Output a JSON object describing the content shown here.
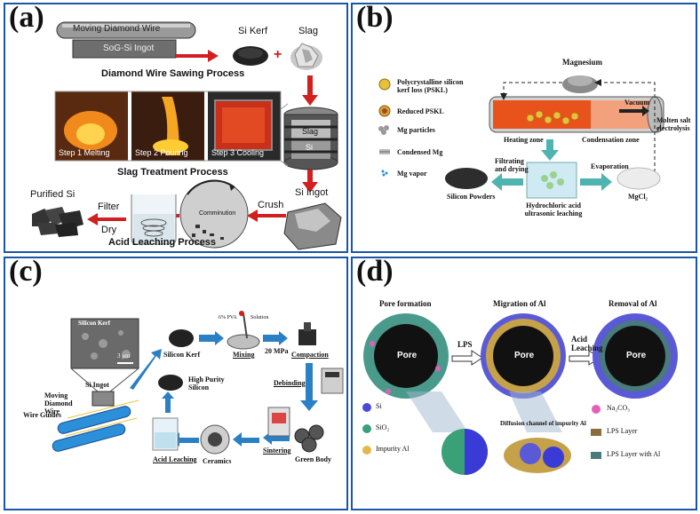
{
  "panel_a": {
    "label": "(a)",
    "wire": "Moving Diamond Wire",
    "ingot": "SoG-Si Ingot",
    "si_kerf": "Si Kerf",
    "slag": "Slag",
    "plus": "+",
    "sawing": "Diamond Wire Sawing Process",
    "step1": "Step 1 Melting",
    "step2": "Step 2 Pouring",
    "step3": "Step 3 Cooling",
    "crucible_slag": "Slag",
    "crucible_si": "Si",
    "treatment": "Slag Treatment Process",
    "si_ingot": "Si Ingot",
    "purified": "Purified Si",
    "filter": "Filter",
    "dry": "Dry",
    "comminution": "Comminution",
    "crush": "Crush",
    "leaching": "Acid Leaching Process"
  },
  "panel_b": {
    "label": "(b)",
    "legend": [
      {
        "text": "Polycrystalline silicon kerf loss (PSKL)",
        "icon": "pskl-icon"
      },
      {
        "text": "Reduced PSKL",
        "icon": "reduced-pskl-icon"
      },
      {
        "text": "Mg particles",
        "icon": "mg-particles-icon"
      },
      {
        "text": "Condensed Mg",
        "icon": "condensed-mg-icon"
      },
      {
        "text": "Mg vapor",
        "icon": "mg-vapor-icon"
      }
    ],
    "magnesium": "Magnesium",
    "vacuum": "Vacuum",
    "molten_salt": "Molten salt electrolysis",
    "heating_zone": "Heating zone",
    "condensation_zone": "Condensation zone",
    "filtrating": "Filtrating and drying",
    "evaporation": "Evaporation",
    "silicon_powders": "Silicon Powders",
    "hcl": "Hydrochloric acid ultrasonic leaching",
    "mgcl2": "MgCl₂"
  },
  "panel_c": {
    "label": "(c)",
    "silicon_kerf_sem": "Silicon Kerf",
    "scale": "3 μm",
    "si_ingot": "Si Ingot",
    "moving_wire": "Moving Diamond Wire",
    "wire_guides": "Wire Guides",
    "silicon_kerf": "Silicon Kerf",
    "pva": "6% PVA",
    "solution": "Solution",
    "mixing": "Mixing",
    "mpa": "20 MPa",
    "compaction": "Compaction",
    "debinding": "Debinding",
    "high_purity": "High Purity Silicon",
    "acid_leaching": "Acid Leaching",
    "ceramics": "Ceramics",
    "sintering": "Sintering",
    "green_body": "Green Body"
  },
  "panel_d": {
    "label": "(d)",
    "pore_formation": "Pore formation",
    "migration": "Migration of Al",
    "removal": "Removal of Al",
    "pore": "Pore",
    "lps": "LPS",
    "acid_leaching": "Acid Leaching",
    "diffusion": "Diffusion channel of impurity Al",
    "legend_si": "Si",
    "legend_sio2": "SiO₂",
    "legend_impurity": "Impurity Al",
    "legend_na2co3": "Na₂CO₃",
    "legend_lps": "LPS Layer",
    "legend_lps_al": "LPS Layer with Al"
  },
  "colors": {
    "frame": "#1a56a8",
    "red_arrow": "#d21f1f",
    "blue_arrow": "#2b7fc4",
    "teal_arrow": "#4fb3b0",
    "molten": "#e8531c"
  }
}
